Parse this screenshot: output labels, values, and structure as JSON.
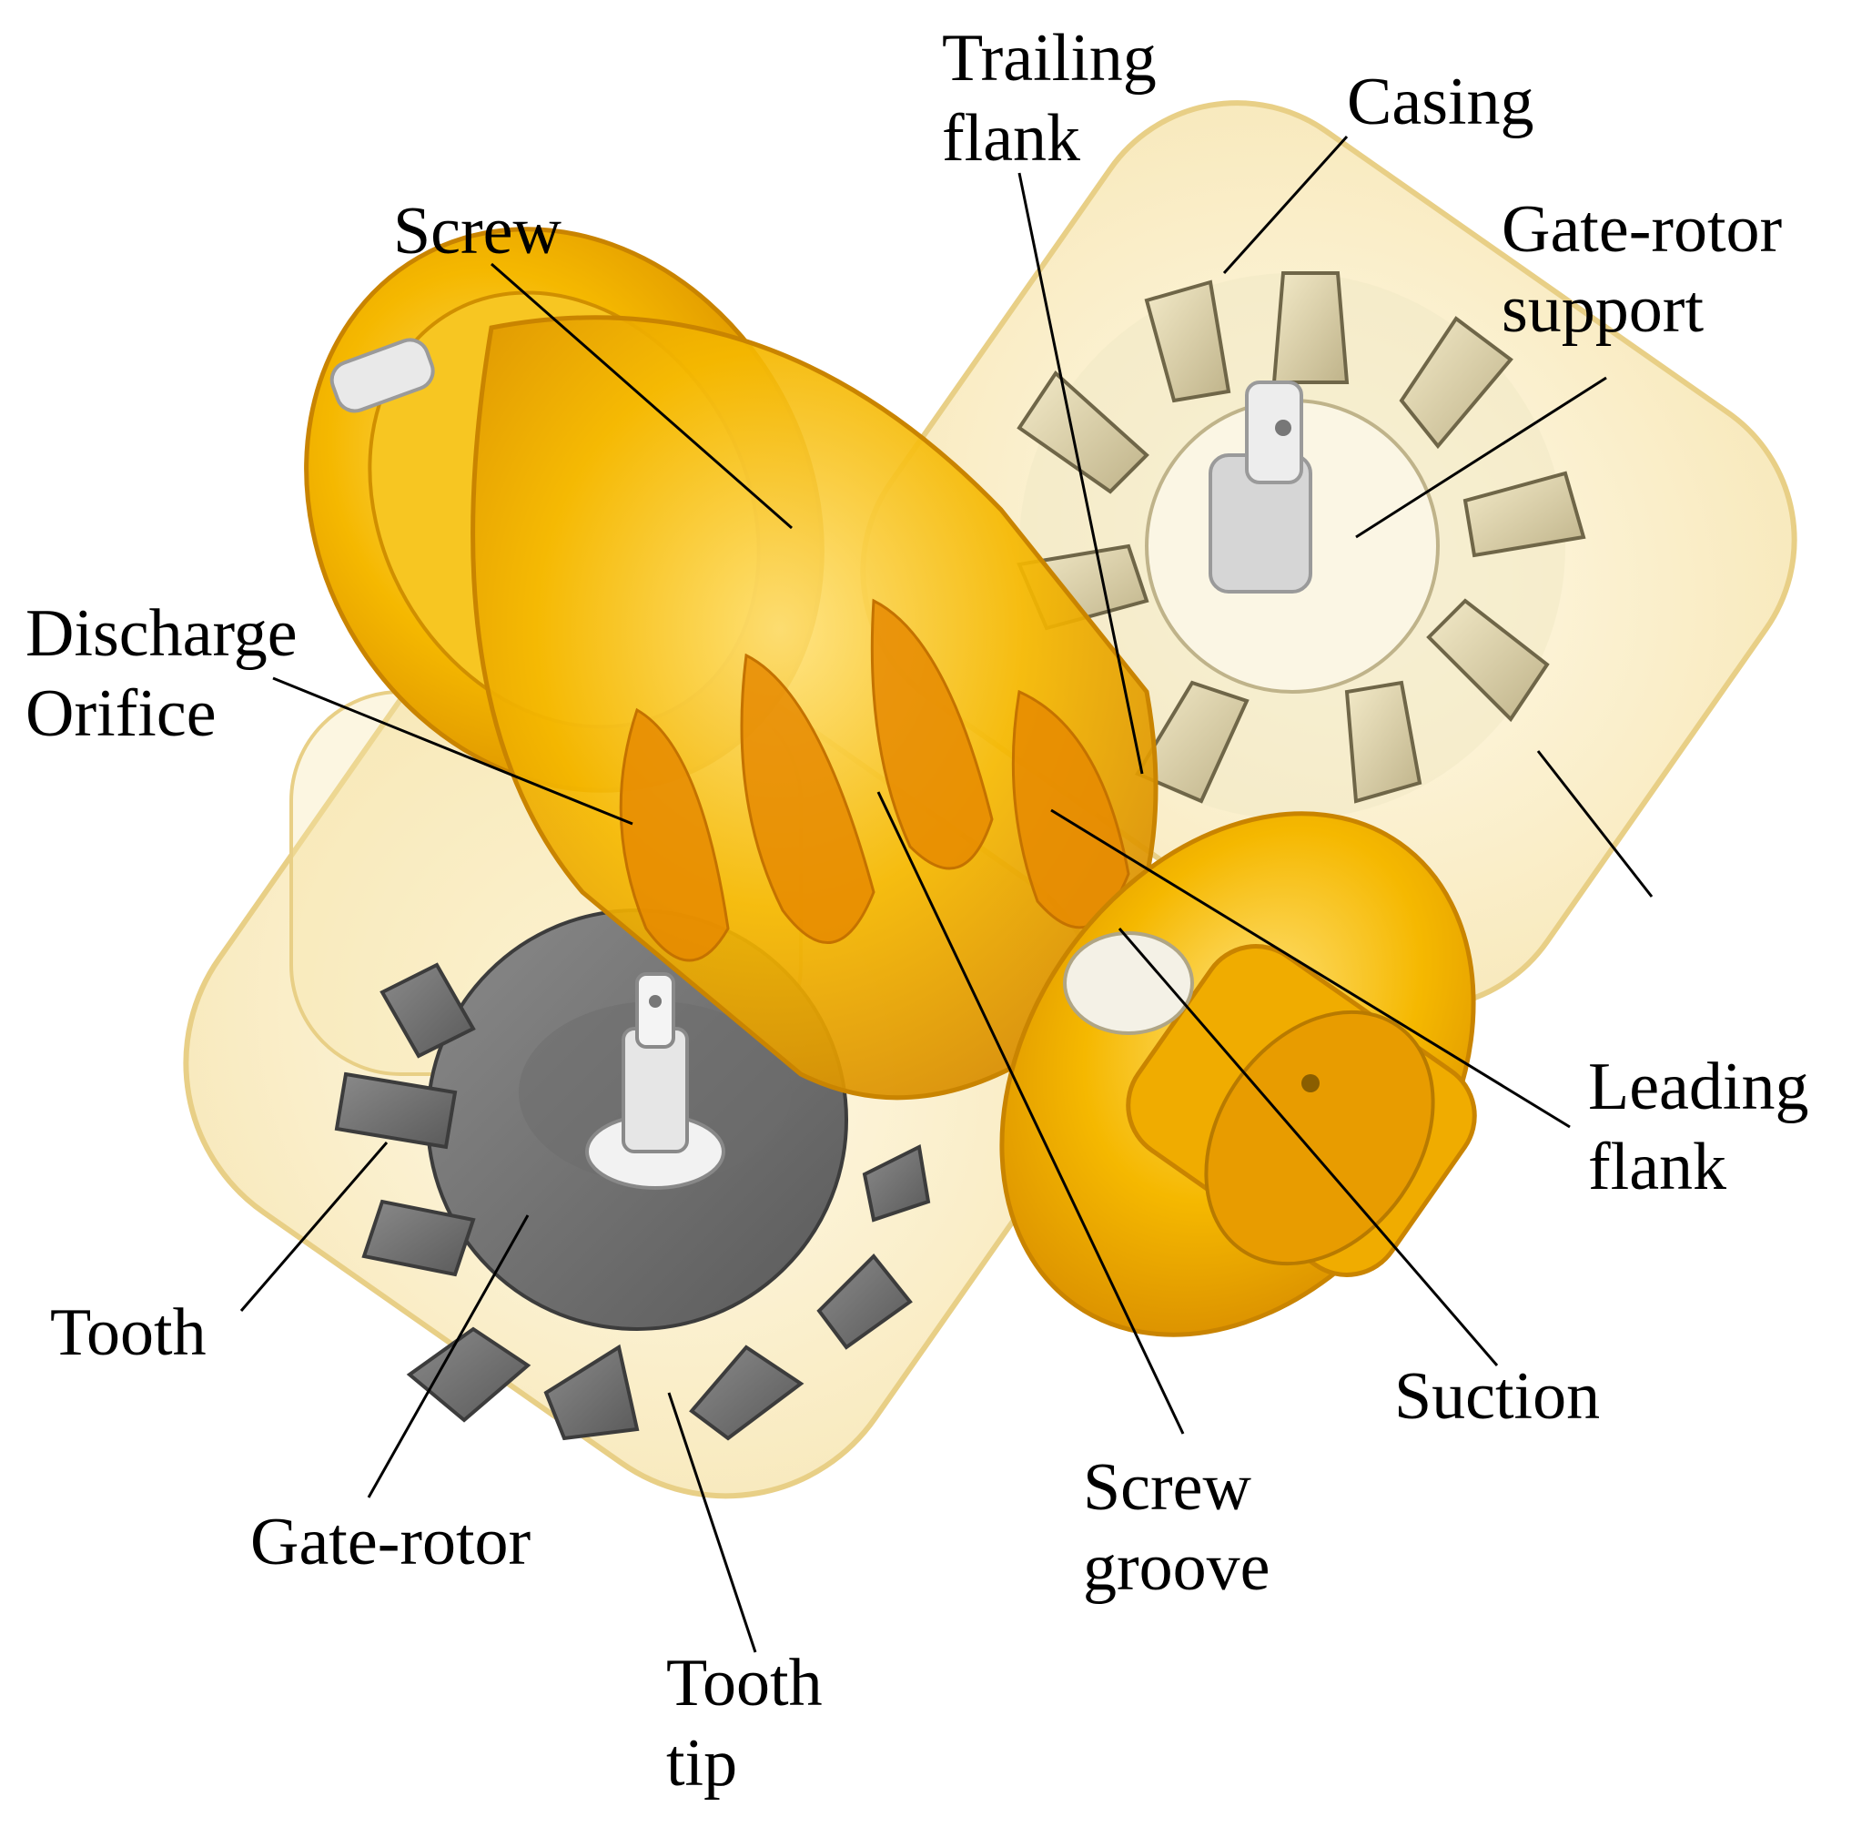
{
  "colors": {
    "screw_gold": "#F2B300",
    "screw_deep": "#E08A00",
    "casing_translucent": "#F7E4A8",
    "gate_rotor_grey": "#6E6E6E",
    "support_white": "#E8E8E8",
    "leader_line": "#000000"
  },
  "labels": {
    "screw": "Screw",
    "trailing_flank": [
      "Trailing",
      "flank"
    ],
    "casing": "Casing",
    "gate_rotor_support": [
      "Gate-rotor",
      "support"
    ],
    "discharge_orifice": [
      "Discharge",
      "Orifice"
    ],
    "leading_flank": [
      "Leading",
      "flank"
    ],
    "tooth": "Tooth",
    "suction": "Suction",
    "screw_groove": [
      "Screw",
      "groove"
    ],
    "gate_rotor": "Gate-rotor",
    "tooth_tip": [
      "Tooth",
      "tip"
    ]
  }
}
